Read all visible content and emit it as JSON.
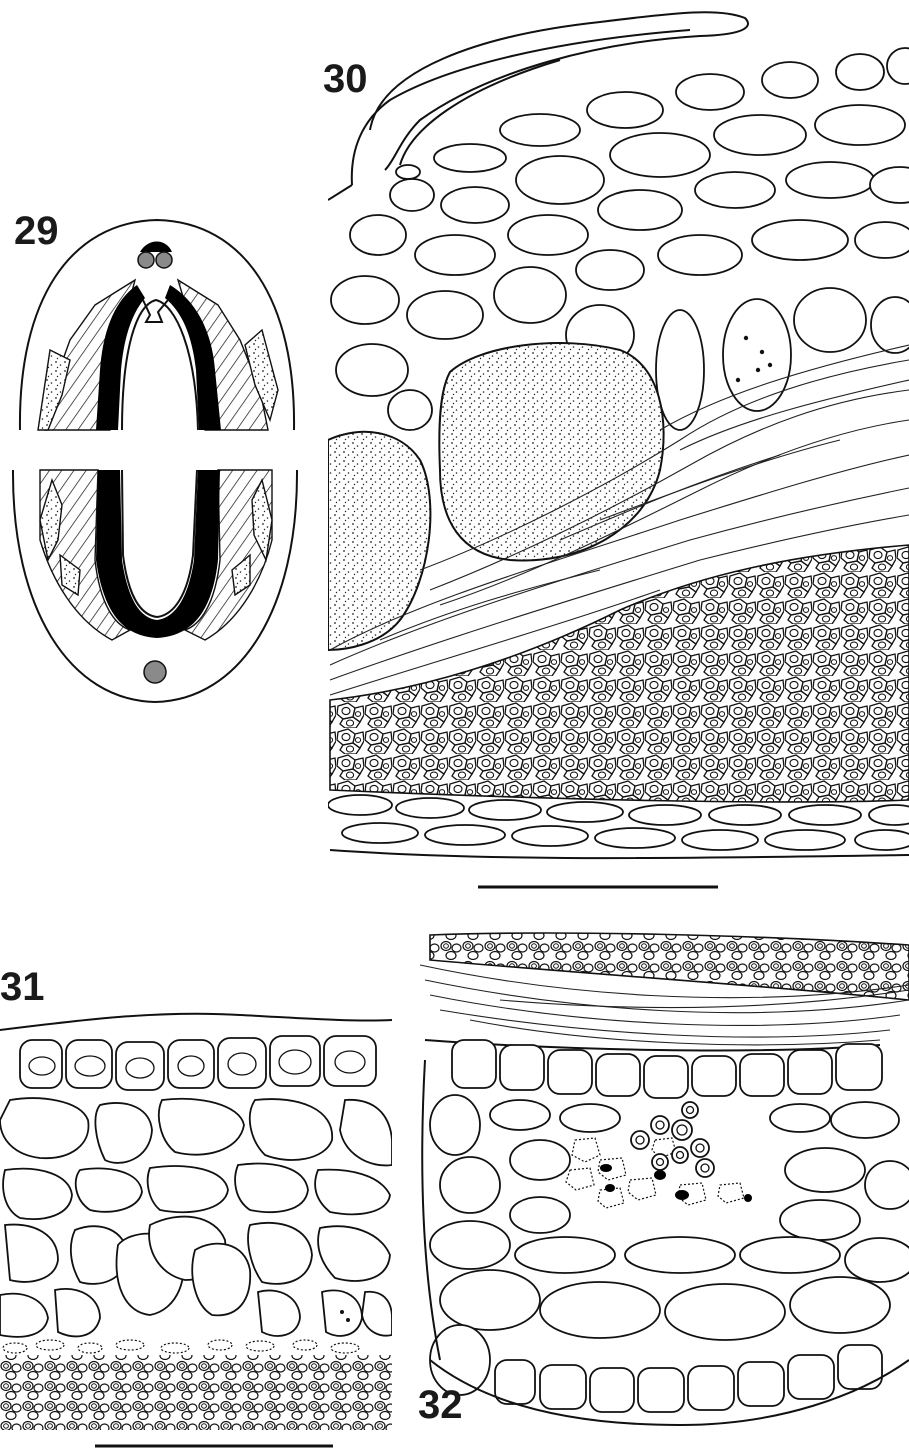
{
  "figure_labels": {
    "fig29": "29",
    "fig30": "30",
    "fig31": "31",
    "fig32": "32"
  },
  "colors": {
    "ink": "#111111",
    "paper": "#ffffff",
    "grey_fill": "#8a8a8a"
  }
}
